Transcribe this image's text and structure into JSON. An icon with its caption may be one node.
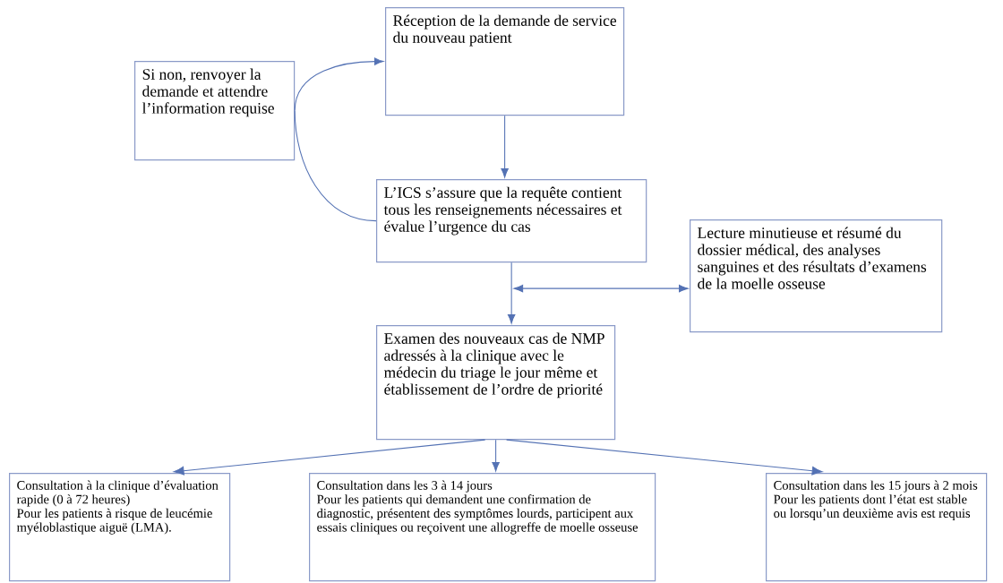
{
  "diagram": {
    "nodes": [
      {
        "text": [
          "Si non, renvoyer la demande et attendre l’information requise"
        ]
      },
      {
        "text": [
          "Réception de la demande de service du nouveau patient"
        ]
      },
      {
        "text": [
          "L’ICS s’assure que la requête contient tous les renseignements nécessaires et évalue l’urgence du cas"
        ]
      },
      {
        "text": [
          "Lecture minutieuse et résumé du dossier médical, des analyses sanguines et des résultats d’examens de la moelle osseuse"
        ]
      },
      {
        "text": [
          "Examen des nouveaux cas de NMP adressés à la clinique avec le médecin du triage le jour même et établissement de l’ordre de priorité"
        ]
      },
      {
        "text": [
          "Consultation à la clinique d’évaluation rapide (0 à 72 heures)",
          "Pour les patients à risque de leucémie myéloblastique aiguë (LMA)."
        ]
      },
      {
        "text": [
          "Consultation dans les 3 à 14 jours",
          "Pour les patients qui demandent une confirmation de diagnostic, présentent des symptômes lourds, participent aux essais cliniques ou reçoivent une allogreffe de moelle osseuse"
        ]
      },
      {
        "text": [
          "Consultation dans les 15 jours à 2 mois",
          "Pour les patients dont l’état est stable ou lorsqu’un deuxième avis est requis"
        ]
      }
    ],
    "edges": [
      {
        "from": 1,
        "to": 2,
        "arrow": "to"
      },
      {
        "from": 2,
        "to": 0,
        "arrow": "none"
      },
      {
        "from": 0,
        "to": 1,
        "arrow": "to"
      },
      {
        "from": 2,
        "to": 4,
        "arrow": "to"
      },
      {
        "from": null,
        "to": 3,
        "arrow": "both"
      },
      {
        "from": 4,
        "to": 5,
        "arrow": "to"
      },
      {
        "from": 4,
        "to": 6,
        "arrow": "to"
      },
      {
        "from": 4,
        "to": 7,
        "arrow": "to"
      }
    ]
  }
}
